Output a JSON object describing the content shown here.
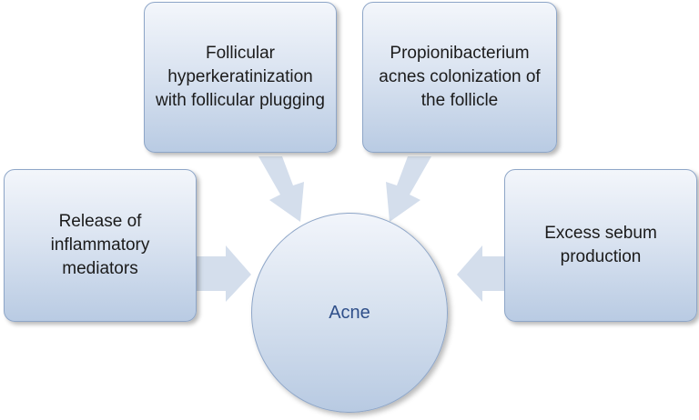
{
  "diagram": {
    "center": {
      "label": "Acne"
    },
    "causes": [
      {
        "id": "release",
        "text": "Release of inflammatory mediators"
      },
      {
        "id": "hyperkeratinization",
        "text": "Follicular hyperkeratinization with follicular plugging"
      },
      {
        "id": "propionibacterium",
        "text": "Propionibacterium acnes colonization of the follicle"
      },
      {
        "id": "sebum",
        "text": "Excess sebum production"
      }
    ]
  },
  "colors": {
    "center_text": "#2f4f8a",
    "box_border": "#8ea6c8",
    "arrow_fill": "#d4deec"
  }
}
